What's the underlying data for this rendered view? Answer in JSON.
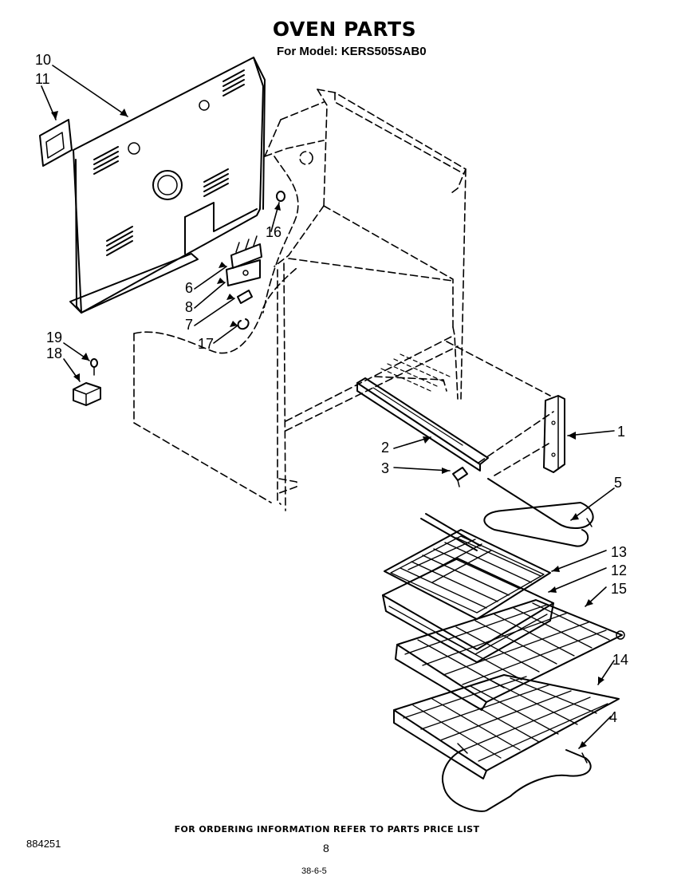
{
  "header": {
    "title": "OVEN PARTS",
    "subtitle": "For Model: KERS505SAB0"
  },
  "callouts": [
    {
      "num": "10",
      "part": "back-panel"
    },
    {
      "num": "11",
      "part": "back-panel-cover"
    },
    {
      "num": "16",
      "part": "screw"
    },
    {
      "num": "6",
      "part": "terminal-block"
    },
    {
      "num": "8",
      "part": "bracket"
    },
    {
      "num": "7",
      "part": "clip"
    },
    {
      "num": "17",
      "part": "spring-clip"
    },
    {
      "num": "19",
      "part": "knob-screw"
    },
    {
      "num": "18",
      "part": "control-knob"
    },
    {
      "num": "1",
      "part": "side-bracket"
    },
    {
      "num": "2",
      "part": "rail"
    },
    {
      "num": "3",
      "part": "rail-clip"
    },
    {
      "num": "5",
      "part": "broil-element"
    },
    {
      "num": "13",
      "part": "broiler-grid"
    },
    {
      "num": "12",
      "part": "broiler-pan"
    },
    {
      "num": "15",
      "part": "oven-rack-upper"
    },
    {
      "num": "14",
      "part": "oven-rack-lower"
    },
    {
      "num": "4",
      "part": "bake-element"
    }
  ],
  "footer": {
    "ordering_note": "FOR ORDERING INFORMATION REFER TO PARTS PRICE LIST",
    "doc_number": "884251",
    "page_number": "8",
    "stamp": "38-6-5"
  }
}
